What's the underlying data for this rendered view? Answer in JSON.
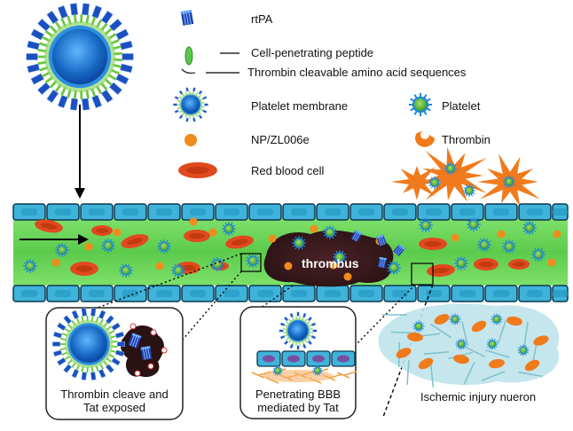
{
  "legend": {
    "rtpa": "rtPA",
    "cpp": "Cell-penetrating peptide",
    "linker": "Thrombin cleavable amino acid sequences",
    "platelet_membrane": "Platelet membrane",
    "platelet": "Platelet",
    "np": "NP/ZL006e",
    "thrombin": "Thrombin",
    "rbc": "Red blood cell"
  },
  "labels": {
    "thrombus": "thrombus",
    "inset_left": "Thrombin cleave and Tat exposed",
    "inset_mid": "Penetrating BBB mediated by Tat",
    "neuron": "Ischemic injury nueron"
  },
  "colors": {
    "membrane_blue": "#1e88d8",
    "core_blue": "#1565c0",
    "ring_green": "#7cc84a",
    "cell_fill": "#3fb3d9",
    "vessel_lumen": "#6fd05a",
    "rbc_red": "#e14a1e",
    "np_orange": "#f08c1c",
    "thrombus_dark": "#3a1a1c",
    "neuron_cyan": "#bfe3ea",
    "astro_orange": "#f07a1c"
  }
}
